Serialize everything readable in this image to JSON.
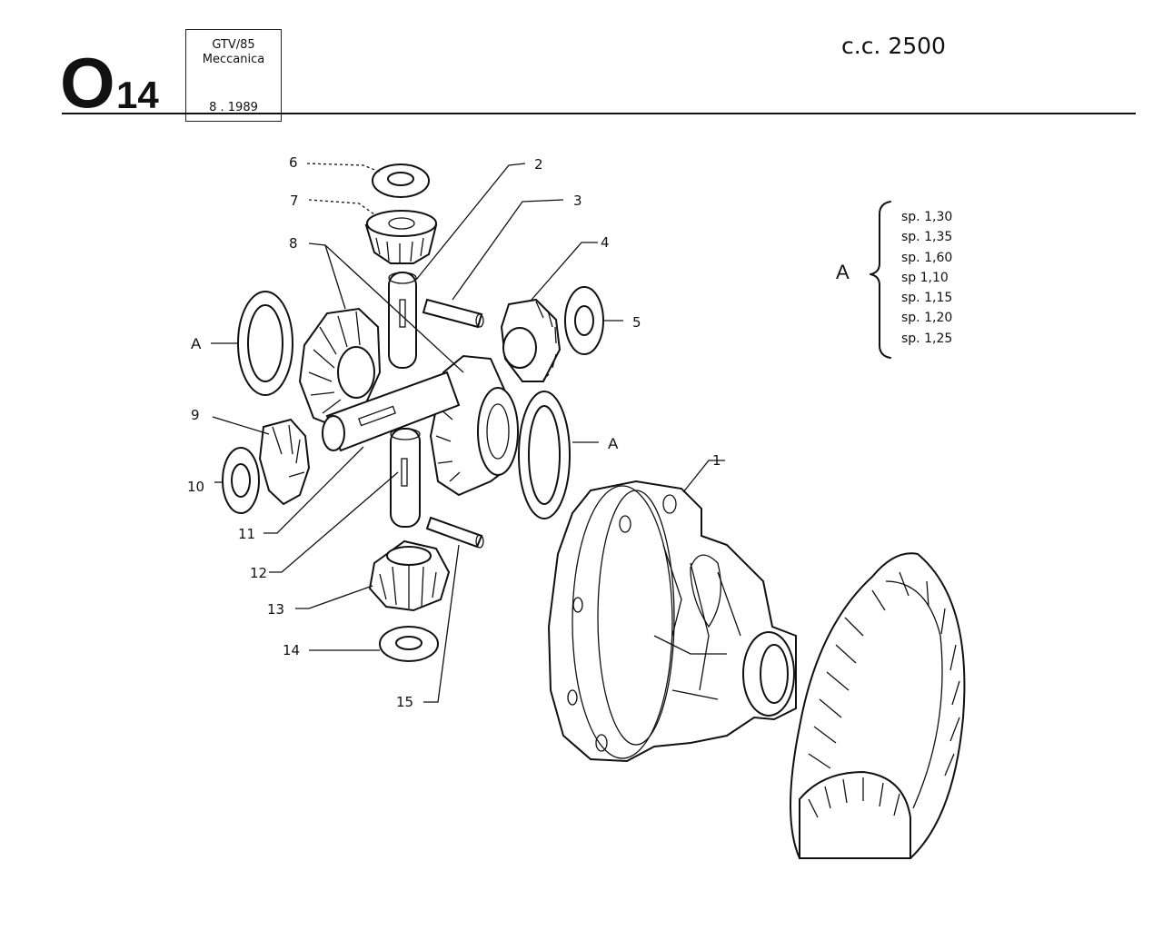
{
  "header": {
    "code_major": "O",
    "code_minor": "14",
    "model": "GTV/85",
    "section": "Meccanica",
    "date": "8 . 1989",
    "engine": "c.c. 2500"
  },
  "callouts": {
    "1": "1",
    "2": "2",
    "3": "3",
    "4": "4",
    "5": "5",
    "6": "6",
    "7": "7",
    "8": "8",
    "9": "9",
    "10": "10",
    "11": "11",
    "12": "12",
    "13": "13",
    "14": "14",
    "15": "15",
    "A_left": "A",
    "A_right": "A"
  },
  "shims": {
    "key": "A",
    "thicknesses": [
      "sp. 1,30",
      "sp. 1,35",
      "sp. 1,60",
      "sp 1,10",
      "sp. 1,15",
      "sp. 1,20",
      "sp. 1,25"
    ]
  }
}
